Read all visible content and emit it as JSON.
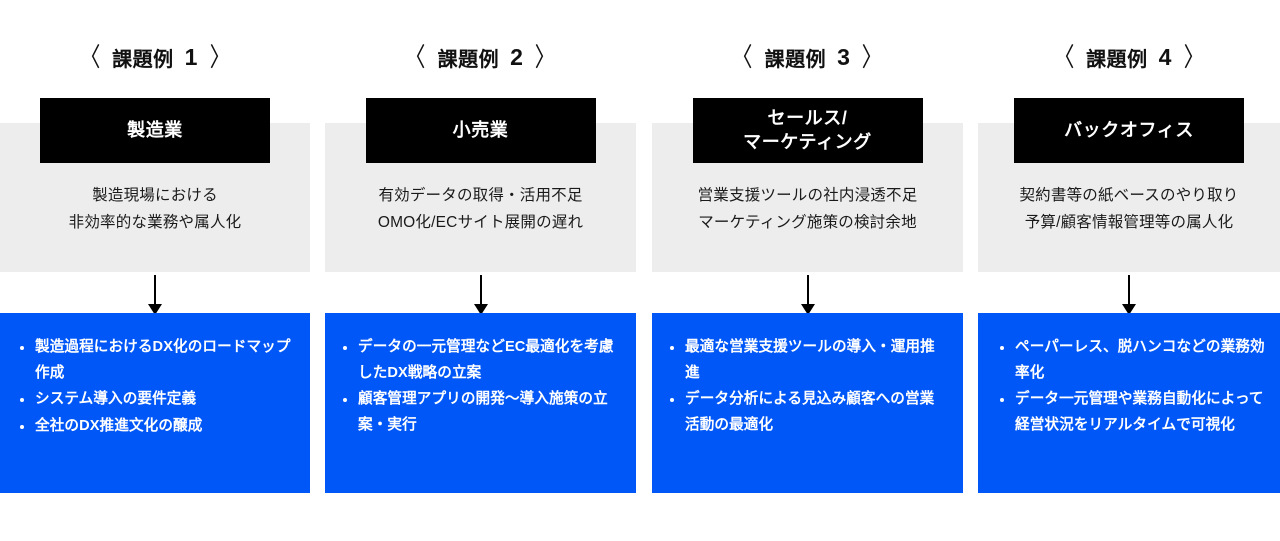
{
  "theme": {
    "background": "#ffffff",
    "band_gray": "#ededed",
    "chip_black": "#000000",
    "accent_blue": "#0057f7",
    "text_dark": "#111111",
    "text_light": "#ffffff"
  },
  "columns": [
    {
      "kicker_bracket_left": "〈",
      "kicker_bracket_right": "〉",
      "kicker_label": "課題例",
      "kicker_number": "1",
      "chip_title": "製造業",
      "issue_text": "製造現場における\n非効率的な業務や属人化",
      "solutions": [
        "製造過程におけるDX化のロードマップ作成",
        "システム導入の要件定義",
        "全社のDX推進文化の醸成"
      ]
    },
    {
      "kicker_bracket_left": "〈",
      "kicker_bracket_right": "〉",
      "kicker_label": "課題例",
      "kicker_number": "2",
      "chip_title": "小売業",
      "issue_text": "有効データの取得・活用不足\nOMO化/ECサイト展開の遅れ",
      "solutions": [
        "データの一元管理などEC最適化を考慮したDX戦略の立案",
        "顧客管理アプリの開発〜導入施策の立案・実行"
      ]
    },
    {
      "kicker_bracket_left": "〈",
      "kicker_bracket_right": "〉",
      "kicker_label": "課題例",
      "kicker_number": "3",
      "chip_title": "セールス/\nマーケティング",
      "issue_text": "営業支援ツールの社内浸透不足\nマーケティング施策の検討余地",
      "solutions": [
        "最適な営業支援ツールの導入・運用推進",
        "データ分析による見込み顧客への営業活動の最適化"
      ]
    },
    {
      "kicker_bracket_left": "〈",
      "kicker_bracket_right": "〉",
      "kicker_label": "課題例",
      "kicker_number": "4",
      "chip_title": "バックオフィス",
      "issue_text": "契約書等の紙ベースのやり取り\n予算/顧客情報管理等の属人化",
      "solutions": [
        "ペーパーレス、脱ハンコなどの業務効率化",
        "データ一元管理や業務自動化によって経営状況をリアルタイムで可視化"
      ]
    }
  ]
}
